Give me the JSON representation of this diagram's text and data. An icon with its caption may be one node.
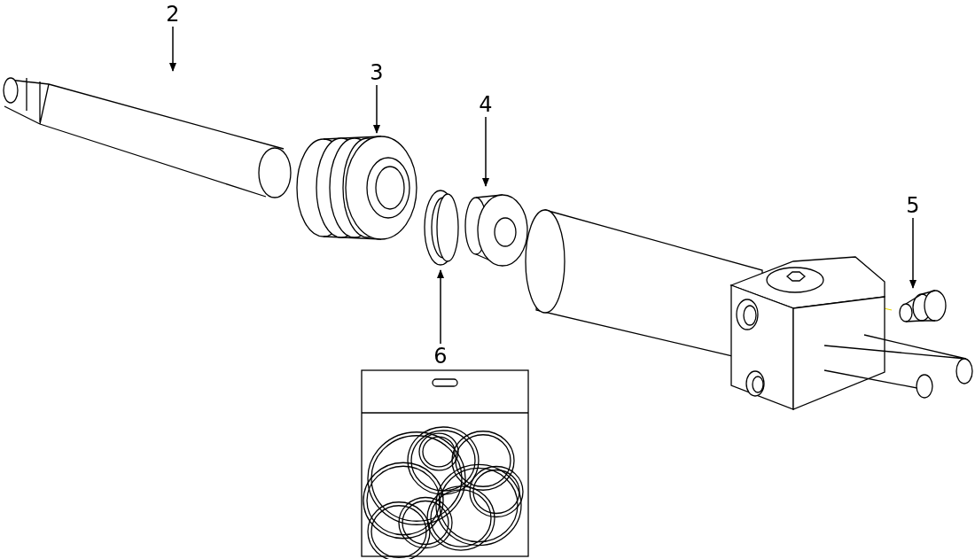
{
  "diagram": {
    "nodes": [
      {
        "text": [
          "2"
        ]
      },
      {
        "text": [],
        "shape": "picture"
      },
      {
        "text": [
          "3"
        ]
      },
      {
        "text": [],
        "shape": "picture"
      },
      {
        "text": [
          "4"
        ]
      },
      {
        "text": [],
        "shape": "picture"
      },
      {
        "text": [
          "5"
        ]
      },
      {
        "text": [],
        "shape": "picture"
      },
      {
        "text": [
          "6"
        ]
      },
      {
        "text": [],
        "shape": "picture"
      }
    ],
    "edges": [
      {
        "from": 0,
        "to": 1,
        "arrow": "to"
      },
      {
        "from": 2,
        "to": 3,
        "arrow": "to"
      },
      {
        "from": 4,
        "to": 5,
        "arrow": "to"
      },
      {
        "from": 6,
        "to": 7,
        "arrow": "to"
      },
      {
        "from": 8,
        "to": 9,
        "arrow": "to"
      }
    ]
  }
}
